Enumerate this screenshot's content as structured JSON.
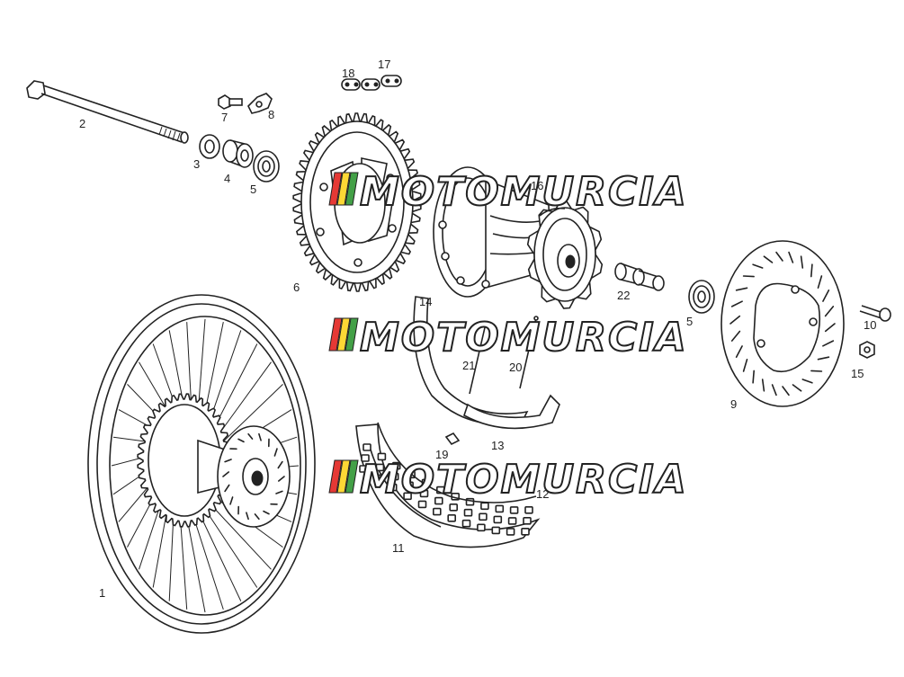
{
  "watermark": {
    "text": "MOTOMURCIA",
    "stripe_colors": [
      "#e53935",
      "#fdd835",
      "#43a047"
    ]
  },
  "callouts": [
    {
      "id": "c1",
      "label": "1"
    },
    {
      "id": "c2",
      "label": "2"
    },
    {
      "id": "c3",
      "label": "3"
    },
    {
      "id": "c4",
      "label": "4"
    },
    {
      "id": "c5a",
      "label": "5"
    },
    {
      "id": "c5b",
      "label": "5"
    },
    {
      "id": "c6",
      "label": "6"
    },
    {
      "id": "c7",
      "label": "7"
    },
    {
      "id": "c8",
      "label": "8"
    },
    {
      "id": "c9",
      "label": "9"
    },
    {
      "id": "c10",
      "label": "10"
    },
    {
      "id": "c11",
      "label": "11"
    },
    {
      "id": "c12",
      "label": "12"
    },
    {
      "id": "c13",
      "label": "13"
    },
    {
      "id": "c14",
      "label": "14"
    },
    {
      "id": "c15",
      "label": "15"
    },
    {
      "id": "c16",
      "label": "16"
    },
    {
      "id": "c17",
      "label": "17"
    },
    {
      "id": "c18",
      "label": "18"
    },
    {
      "id": "c19",
      "label": "19"
    },
    {
      "id": "c20",
      "label": "20"
    },
    {
      "id": "c21",
      "label": "21"
    },
    {
      "id": "c22",
      "label": "22"
    }
  ]
}
